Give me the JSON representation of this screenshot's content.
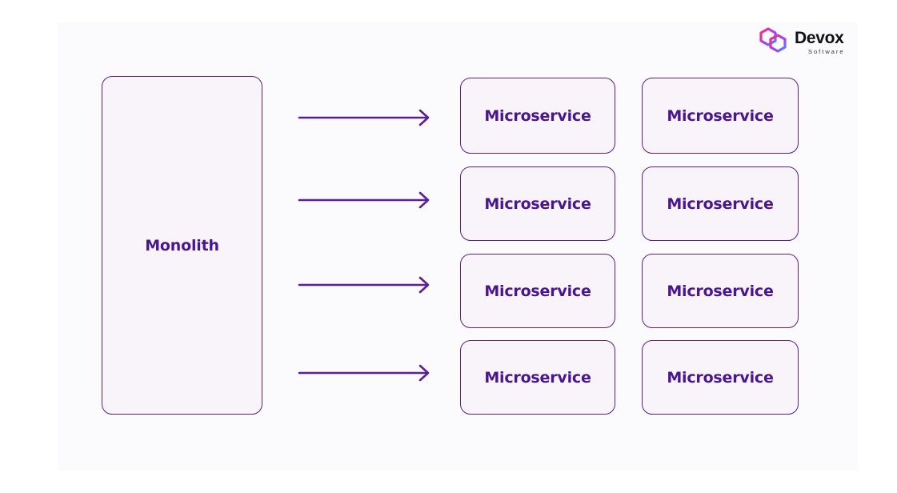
{
  "brand": {
    "name": "Devox",
    "subtitle": "Software",
    "logo_icon": "hexagon-chain-icon",
    "gradient": [
      "#ff2e6c",
      "#a83cff",
      "#3f8cff"
    ]
  },
  "diagram": {
    "source": {
      "label": "Monolith"
    },
    "targets": [
      {
        "label": "Microservice"
      },
      {
        "label": "Microservice"
      },
      {
        "label": "Microservice"
      },
      {
        "label": "Microservice"
      },
      {
        "label": "Microservice"
      },
      {
        "label": "Microservice"
      },
      {
        "label": "Microservice"
      },
      {
        "label": "Microservice"
      }
    ],
    "colors": {
      "stroke": "#5b1f9a",
      "text": "#4a1590",
      "fill": "#f8f4fa"
    }
  }
}
